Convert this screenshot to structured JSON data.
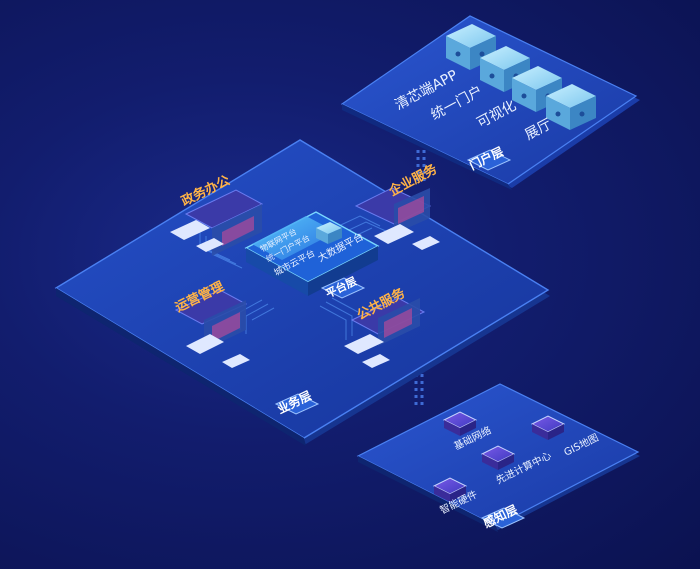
{
  "colors": {
    "background": "#121d6e",
    "plate": "#1b3fae",
    "plate_edge": "#3a73e8",
    "cube": "#8fd6f5",
    "accent_orange": "#ffb347",
    "node_purple": "#6a4bd8"
  },
  "portal_layer": {
    "label": "门户层",
    "items": [
      "清芯端APP",
      "统一门户",
      "可视化",
      "展厅"
    ]
  },
  "business_layer": {
    "label": "业务层",
    "platform_label": "平台层",
    "platform_items": [
      "物联网平台",
      "统一门户平台",
      "城市云平台",
      "大数据平台"
    ],
    "modules": [
      {
        "title": "政务办公",
        "icon": "laptop-icon"
      },
      {
        "title": "企业服务",
        "icon": "laptop-icon"
      },
      {
        "title": "运营管理",
        "icon": "laptop-icon"
      },
      {
        "title": "公共服务",
        "icon": "laptop-icon"
      }
    ]
  },
  "perception_layer": {
    "label": "感知层",
    "items": [
      "基础网络",
      "先进计算中心",
      "GIS地图",
      "智能硬件"
    ]
  }
}
